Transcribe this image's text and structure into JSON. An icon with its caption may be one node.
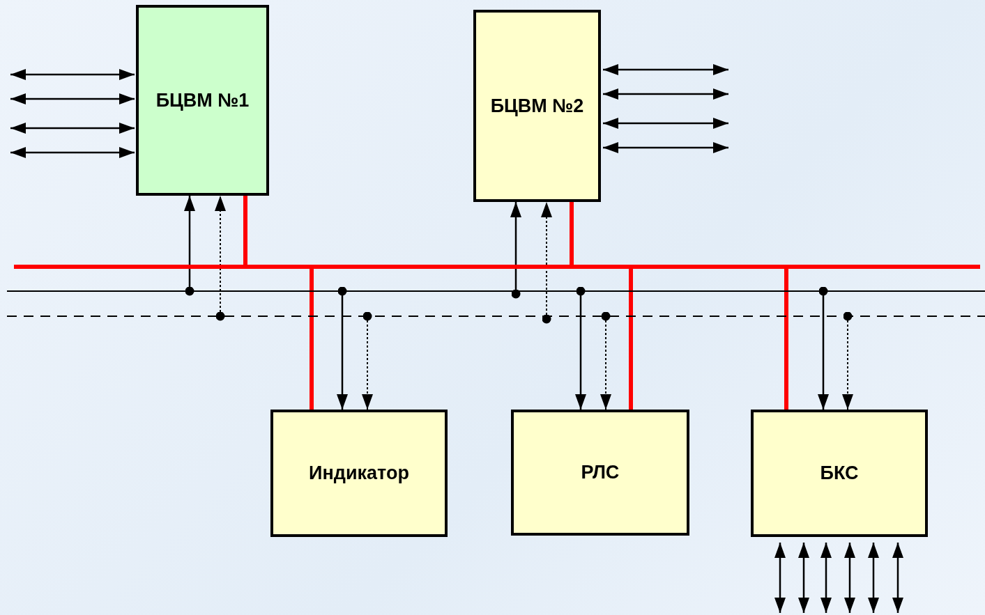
{
  "diagram": {
    "nodes": [
      {
        "text": [
          "БЦВМ №1"
        ]
      },
      {
        "text": [
          "БЦВМ №2"
        ]
      },
      {
        "text": [],
        "shape": "bar"
      },
      {
        "text": [],
        "shape": "bar"
      },
      {
        "text": [],
        "shape": "bar"
      },
      {
        "text": [
          "Индикатор"
        ]
      },
      {
        "text": [
          "РЛС"
        ]
      },
      {
        "text": [
          "БКС"
        ]
      }
    ],
    "edges": [
      {
        "from": null,
        "to": 0,
        "arrow": "both"
      },
      {
        "from": null,
        "to": 0,
        "arrow": "both"
      },
      {
        "from": null,
        "to": 0,
        "arrow": "both"
      },
      {
        "from": null,
        "to": 0,
        "arrow": "both"
      },
      {
        "from": 1,
        "to": null,
        "arrow": "both"
      },
      {
        "from": 1,
        "to": null,
        "arrow": "both"
      },
      {
        "from": 1,
        "to": null,
        "arrow": "both"
      },
      {
        "from": 1,
        "to": null,
        "arrow": "both"
      },
      {
        "from": 0,
        "to": 2,
        "arrow": "none",
        "style": "thick",
        "color": "#ff0000"
      },
      {
        "from": 1,
        "to": 2,
        "arrow": "none",
        "style": "thick",
        "color": "#ff0000"
      },
      {
        "from": 2,
        "to": 5,
        "arrow": "none",
        "style": "thick",
        "color": "#ff0000"
      },
      {
        "from": 2,
        "to": 6,
        "arrow": "none",
        "style": "thick",
        "color": "#ff0000"
      },
      {
        "from": 2,
        "to": 7,
        "arrow": "none",
        "style": "thick",
        "color": "#ff0000"
      },
      {
        "from": 3,
        "to": 0,
        "arrow": "to"
      },
      {
        "from": 4,
        "to": 0,
        "arrow": "to",
        "style": "dashed"
      },
      {
        "from": 3,
        "to": 1,
        "arrow": "to"
      },
      {
        "from": 4,
        "to": 1,
        "arrow": "to",
        "style": "dashed"
      },
      {
        "from": 3,
        "to": 5,
        "arrow": "to"
      },
      {
        "from": 4,
        "to": 5,
        "arrow": "to",
        "style": "dashed"
      },
      {
        "from": 3,
        "to": 6,
        "arrow": "to"
      },
      {
        "from": 4,
        "to": 6,
        "arrow": "to",
        "style": "dashed"
      },
      {
        "from": 3,
        "to": 7,
        "arrow": "to"
      },
      {
        "from": 4,
        "to": 7,
        "arrow": "to",
        "style": "dashed"
      },
      {
        "from": 7,
        "to": null,
        "arrow": "both"
      },
      {
        "from": 7,
        "to": null,
        "arrow": "both"
      },
      {
        "from": 7,
        "to": null,
        "arrow": "both"
      },
      {
        "from": 7,
        "to": null,
        "arrow": "both"
      },
      {
        "from": 7,
        "to": null,
        "arrow": "both"
      },
      {
        "from": 7,
        "to": null,
        "arrow": "both"
      }
    ]
  }
}
